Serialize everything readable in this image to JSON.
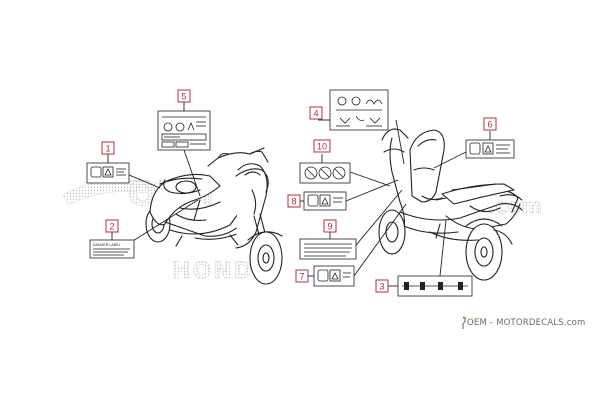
{
  "diagram": {
    "callouts": [
      "1",
      "2",
      "3",
      "4",
      "5",
      "6",
      "7",
      "8",
      "9",
      "10"
    ],
    "label_2_text": "DANGER LABEL",
    "watermark": {
      "left_text": "OEM",
      "right_text": ".com",
      "brand_text": "HONDA"
    },
    "footer_brand": "OEM - MOTORDECALS.com",
    "accent_color": "#b03040",
    "line_color": "#222222"
  }
}
